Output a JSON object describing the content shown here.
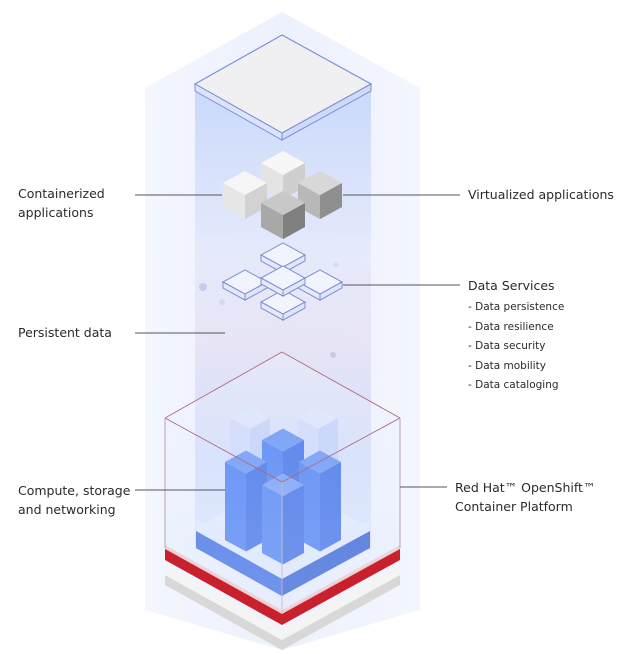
{
  "diagram": {
    "type": "layered-architecture",
    "colors": {
      "column_glow": "#e8eefc",
      "column_core": "#c9d6fa",
      "accent_blue": "#2f6bef",
      "deep_blue": "#1f4fd0",
      "accent_red": "#c8202c",
      "leader_line": "#444444",
      "cube_light": "#f2f2f2",
      "cube_dark": "#8d8d8d"
    },
    "labels_left": [
      {
        "id": "containerized",
        "lines": [
          "Containerized",
          "applications"
        ]
      },
      {
        "id": "persistent",
        "lines": [
          "Persistent data"
        ]
      },
      {
        "id": "compute",
        "lines": [
          "Compute, storage",
          "and networking"
        ]
      }
    ],
    "labels_right": [
      {
        "id": "virtualized",
        "lines": [
          "Virtualized applications"
        ]
      },
      {
        "id": "data-services",
        "lines": [
          "Data Services"
        ]
      },
      {
        "id": "openshift",
        "lines": [
          "Red Hat™ OpenShift™",
          "Container Platform"
        ]
      }
    ],
    "data_services_items": [
      "- Data persistence",
      "- Data resilience",
      "- Data security",
      "- Data mobility",
      "- Data cataloging"
    ]
  }
}
